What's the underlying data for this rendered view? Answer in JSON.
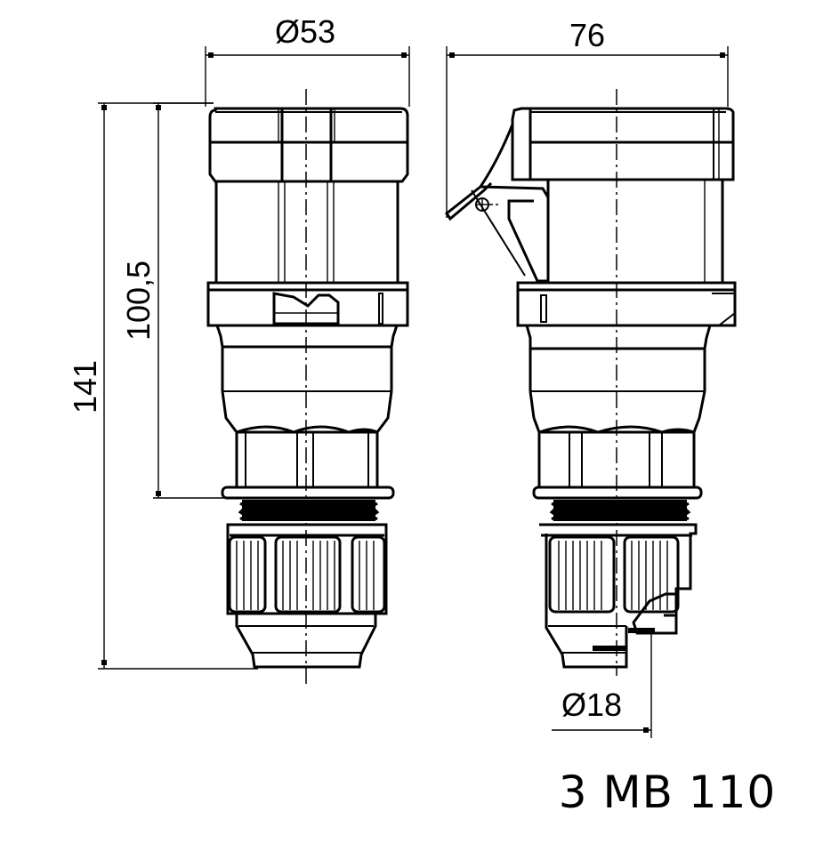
{
  "drawing": {
    "title": "3 MB 110",
    "views": [
      "front-view",
      "side-view"
    ],
    "dimensions": {
      "front_diameter": "Ø53",
      "side_width": "76",
      "total_height": "141",
      "body_height": "100,5",
      "cable_diameter": "Ø18"
    },
    "colors": {
      "line": "#000000",
      "background": "#ffffff"
    }
  }
}
